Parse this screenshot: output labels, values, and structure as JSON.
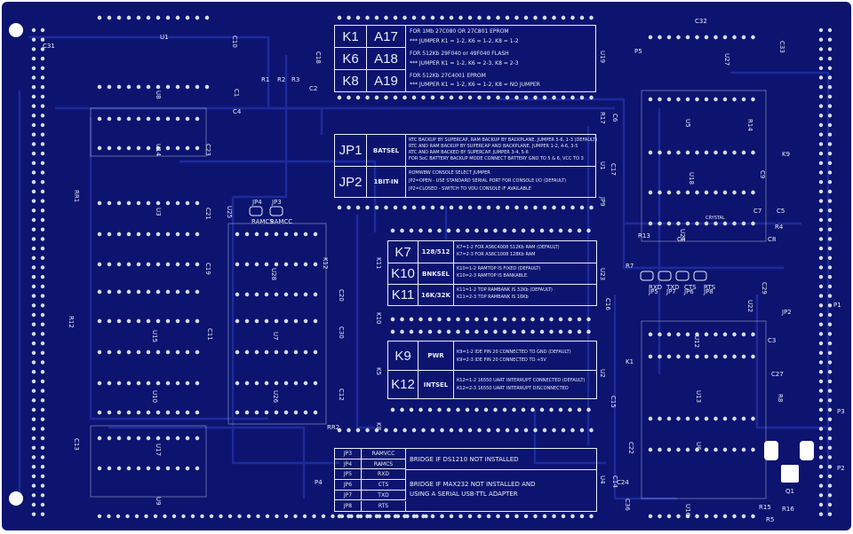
{
  "silkscreen": {
    "designators": [
      "C31",
      "U1",
      "C10",
      "U19",
      "P5",
      "C32",
      "U27",
      "C33",
      "C18",
      "U8",
      "C1",
      "C2",
      "R1",
      "R2",
      "R3",
      "C4",
      "C6",
      "R17",
      "U5",
      "R14",
      "C9",
      "K9",
      "U14",
      "C23",
      "U1b",
      "C17",
      "RR1",
      "JP4",
      "JP3",
      "RAMCS",
      "RAMCC",
      "U25",
      "C21",
      "U3",
      "JP9",
      "U18",
      "R4",
      "R13",
      "C7",
      "C5",
      "C8",
      "C19",
      "K12",
      "K11",
      "U23",
      "U21",
      "C29",
      "C8b",
      "JP2",
      "P1",
      "R12",
      "U28",
      "C20",
      "U15",
      "C30",
      "C11",
      "C16",
      "JP5",
      "JP7",
      "JP6",
      "JP8",
      "RXD",
      "TXD",
      "CTS",
      "RTS",
      "U22",
      "R7",
      "U7",
      "K10",
      "K5",
      "C12",
      "U2",
      "K1",
      "C3",
      "U10",
      "U26",
      "C15",
      "U12",
      "C27",
      "U13",
      "R8",
      "C13",
      "U17",
      "RR2",
      "K8",
      "C22",
      "C14",
      "U4",
      "P4",
      "C24",
      "U6",
      "P3",
      "P2",
      "U9",
      "U16",
      "Q1",
      "R15",
      "R16",
      "R5",
      "C36"
    ],
    "crystal": "CRYSTAL"
  },
  "table_eprom": {
    "rows": [
      {
        "jumper": "K1",
        "addr": "A17"
      },
      {
        "jumper": "K6",
        "addr": "A18"
      },
      {
        "jumper": "K8",
        "addr": "A19"
      }
    ],
    "notes": [
      "FOR 1Mb 27C080 OR 27C801 EPROM",
      "*** JUMPER K1 = 1-2, K6 = 1-2,  K8 = 1-2",
      "FOR 512Kb 29F040 or 49F040 FLASH",
      "*** JUMPER K1 = 1-2, K6 = 2-3,  K8 = 2-3",
      "FOR 512Kb 27C4001 EPROM",
      "*** JUMPER K1 = 1-2, K6 = 1-2,  K8 = NO JUMPER"
    ]
  },
  "table_jp": {
    "rows": [
      {
        "id": "JP1",
        "name": "BATSEL",
        "notes": [
          "RTC BACKUP BY SUPERCAP, RAM BACKUP BY BACKPLANE. JUMPER 5-6, 1-3 (DEFAULT)",
          "RTC AND RAM BACKUP BY SUPERCAP AND BACKPLANE. JUMPER 1-2, 4-6, 3-5",
          "RTC AND RAM BACKED BY SUPERCAP. JUMPER 3-4, 5-6",
          "FOR SoC BATTERY BACKUP MODE CONNECT BATTERY GND TO 5 & 6, VCC TO 3"
        ]
      },
      {
        "id": "JP2",
        "name": "1BIT-IN",
        "notes": [
          "ROMWBW CONSOLE SELECT JUMPER",
          "JP2=OPEN - USE STANDARD SERIAL PORT FOR CONSOLE I/O  (DEFAULT)",
          "JP2=CLOSED - SWITCH TO VDU CONSOLE IF AVAILABLE"
        ]
      }
    ]
  },
  "table_k": {
    "rows": [
      {
        "id": "K7",
        "name": "128/512",
        "notes": [
          "K7=1-2 FOR AS6C4008 512Kb RAM (DEFAULT)",
          "K7=2-3 FOR AS6C1008 128Kb RAM"
        ]
      },
      {
        "id": "K10",
        "name": "BNKSEL",
        "notes": [
          "K10=1-2 RAMTOP IS FIXED (DEFAULT)",
          "K10=2-3 RAMTOP IS BANKABLE."
        ]
      },
      {
        "id": "K11",
        "name": "16K/32K",
        "notes": [
          "K11=1-2 TOP RAMBANK IS 32Kb (DEFAULT)",
          "K11=2-3 TOP RAMBANK IS 16Kb"
        ]
      }
    ]
  },
  "table_pwr": {
    "rows": [
      {
        "id": "K9",
        "name": "PWR",
        "notes": [
          "K9=1-2 IDE PIN 20 CONNECTED TO GND (DEFAULT)",
          "K9=2-3 IDE PIN 20 CONNECTED TO +5V"
        ]
      },
      {
        "id": "K12",
        "name": "INTSEL",
        "notes": [
          "K12=1-2 16550 UART INTERRUPT CONNECTED (DEFAULT)",
          "K12=2-3 16550 UART INTERRUPT DISCONNECTED"
        ]
      }
    ]
  },
  "table_bridge": {
    "rows": [
      {
        "id": "JP3",
        "name": "RAMVCC"
      },
      {
        "id": "JP4",
        "name": "RAMCS"
      },
      {
        "id": "JP5",
        "name": "RXD"
      },
      {
        "id": "JP6",
        "name": "CTS"
      },
      {
        "id": "JP7",
        "name": "TXD"
      },
      {
        "id": "JP8",
        "name": "RTS"
      }
    ],
    "note1": "BRIDGE IF DS1210 NOT INSTALLED",
    "note2a": "BRIDGE IF MAX232 NOT INSTALLED AND",
    "note2b": "USING A SERIAL USB-TTL ADAPTER"
  },
  "colors": {
    "board": "#0c1470",
    "silk": "#e9ecf6",
    "trace": "#1d2a9c",
    "pad": "#d9dde8"
  }
}
